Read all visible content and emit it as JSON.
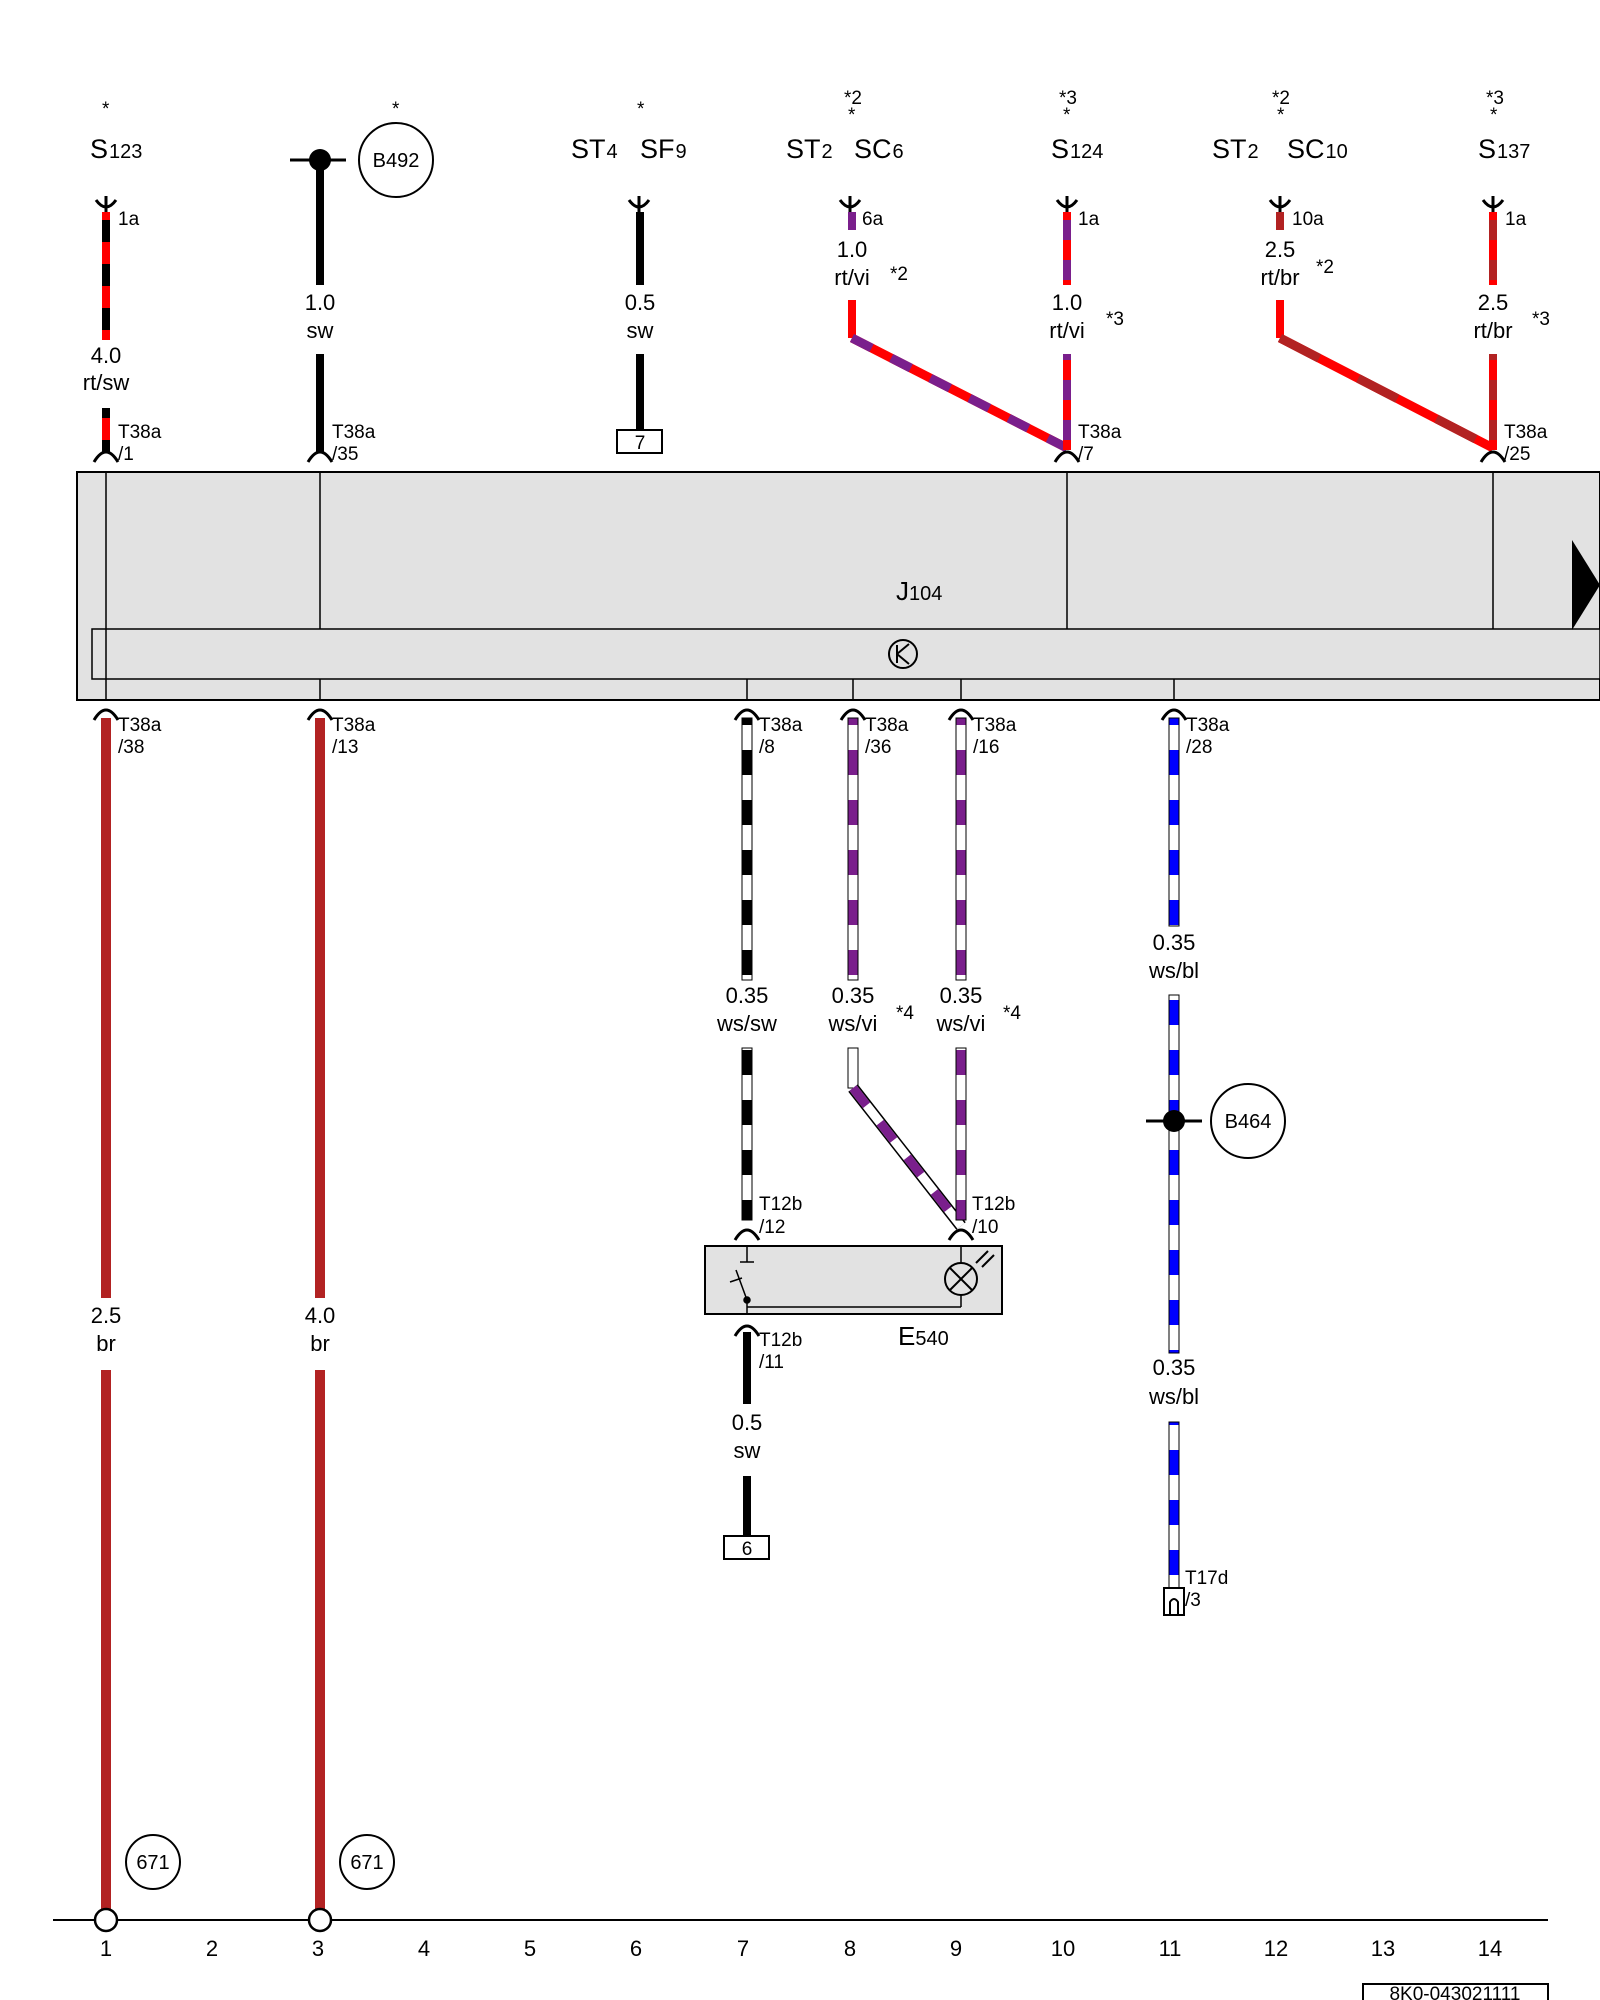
{
  "diagram_id": "8K0-043021111",
  "module": {
    "name": "J",
    "sub": "104"
  },
  "lamp_switch": {
    "name": "E",
    "sub": "540"
  },
  "ground_points": [
    "671",
    "671"
  ],
  "bubbles": [
    "B492",
    "B464"
  ],
  "top_fuses": [
    {
      "name": "S",
      "sub": "123",
      "pre": "",
      "presub": "",
      "note": "*",
      "note2": "",
      "pin": "1a"
    },
    {
      "name": "ST",
      "sub": "4",
      "pre": "",
      "presub": "",
      "name2": "SF",
      "sub2": "9",
      "note": "*",
      "note2": ""
    },
    {
      "name": "ST",
      "sub": "2",
      "name2": "SC",
      "sub2": "6",
      "note": "*",
      "note2": "*2",
      "pin": "6a"
    },
    {
      "name": "S",
      "sub": "124",
      "note": "*",
      "note2": "*3",
      "pin": "1a"
    },
    {
      "name": "ST",
      "sub": "2",
      "name2": "SC",
      "sub2": "10",
      "note": "*",
      "note2": "*2",
      "pin": "10a"
    },
    {
      "name": "S",
      "sub": "137",
      "note": "*",
      "note2": "*3",
      "pin": "1a"
    },
    {
      "note_b492": "*"
    }
  ],
  "wires_top": [
    {
      "size": "4.0",
      "color": "rt/sw"
    },
    {
      "size": "1.0",
      "color": "sw"
    },
    {
      "size": "0.5",
      "color": "sw"
    },
    {
      "size": "1.0",
      "color": "rt/vi",
      "note": "*2"
    },
    {
      "size": "1.0",
      "color": "rt/vi",
      "note": "*3"
    },
    {
      "size": "2.5",
      "color": "rt/br",
      "note": "*2"
    },
    {
      "size": "2.5",
      "color": "rt/br",
      "note": "*3"
    }
  ],
  "connectors_top": [
    {
      "name": "T38a",
      "pin": "/1"
    },
    {
      "name": "T38a",
      "pin": "/35"
    },
    {
      "name": "T38a",
      "pin": "/7"
    },
    {
      "name": "T38a",
      "pin": "/25"
    }
  ],
  "connectors_bottom": [
    {
      "name": "T38a",
      "pin": "/38"
    },
    {
      "name": "T38a",
      "pin": "/13"
    },
    {
      "name": "T38a",
      "pin": "/8"
    },
    {
      "name": "T38a",
      "pin": "/36"
    },
    {
      "name": "T38a",
      "pin": "/16"
    },
    {
      "name": "T38a",
      "pin": "/28"
    }
  ],
  "wires_bottom": [
    {
      "size": "2.5",
      "color": "br"
    },
    {
      "size": "4.0",
      "color": "br"
    },
    {
      "size": "0.35",
      "color": "ws/sw"
    },
    {
      "size": "0.35",
      "color": "ws/vi",
      "note": "*4"
    },
    {
      "size": "0.35",
      "color": "ws/vi",
      "note": "*4"
    },
    {
      "size": "0.35",
      "color": "ws/bl"
    },
    {
      "size": "0.35",
      "color": "ws/bl"
    },
    {
      "size": "0.5",
      "color": "sw"
    }
  ],
  "switch_connectors": [
    {
      "name": "T12b",
      "pin": "/12"
    },
    {
      "name": "T12b",
      "pin": "/10"
    },
    {
      "name": "T12b",
      "pin": "/11"
    }
  ],
  "t17d": {
    "name": "T17d",
    "pin": "/3"
  },
  "refs": {
    "top": "7",
    "bottom": "6"
  },
  "axis": [
    "1",
    "2",
    "3",
    "4",
    "5",
    "6",
    "7",
    "8",
    "9",
    "10",
    "11",
    "12",
    "13",
    "14"
  ],
  "colors": {
    "rt": "#ff0000",
    "sw": "#000000",
    "vi": "#7a1f8c",
    "br": "#b22222",
    "bl": "#0000ff",
    "ws": "#ffffff",
    "module_fill": "#e2e2e2"
  }
}
